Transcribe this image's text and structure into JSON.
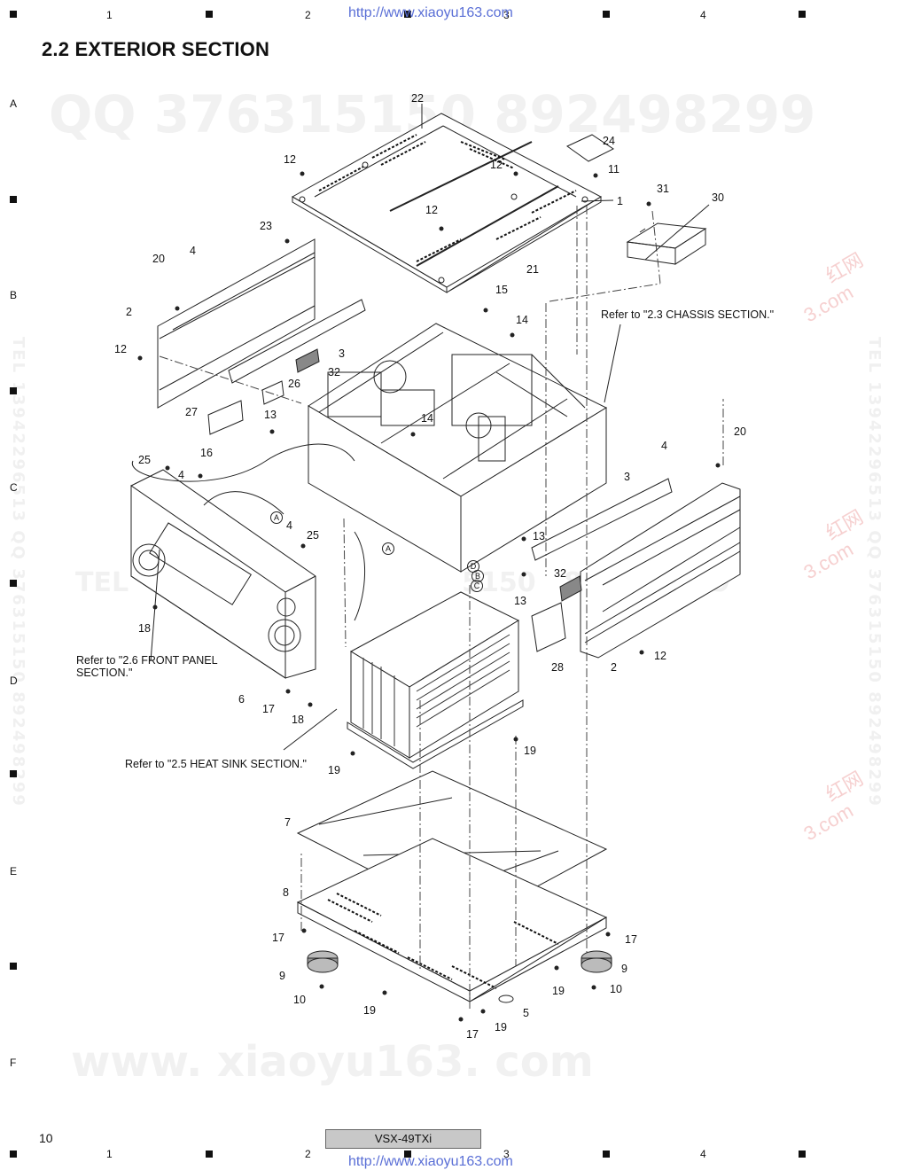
{
  "header": {
    "column_numbers": [
      "1",
      "2",
      "3",
      "4"
    ],
    "url_watermark": "http://www.xiaoyu163.com"
  },
  "title": "2.2  EXTERIOR SECTION",
  "row_letters": [
    "A",
    "B",
    "C",
    "D",
    "E",
    "F"
  ],
  "watermarks": {
    "qq_big": "QQ 376315150   892498299",
    "tel_mid": "TEL                                    5150   892498299",
    "www_big": "www. xiaoyu163. com",
    "side_left": "TEL 13942296513  QQ 376315150  892498299",
    "side_right": "TEL 13942296513  QQ 376315150  892498299",
    "cn_stamp_1": "红网",
    "cn_stamp_com": "3.com"
  },
  "references": {
    "chassis": "Refer to \"2.3 CHASSIS SECTION.\"",
    "front_panel": "Refer to \"2.6 FRONT PANEL SECTION.\"",
    "heat_sink": "Refer to \"2.5 HEAT SINK SECTION.\""
  },
  "part_callouts": [
    "22",
    "24",
    "11",
    "1",
    "12",
    "12",
    "12",
    "31",
    "30",
    "23",
    "4",
    "20",
    "21",
    "15",
    "14",
    "2",
    "12",
    "3",
    "32",
    "26",
    "27",
    "13",
    "14",
    "25",
    "16",
    "4",
    "4",
    "A",
    "25",
    "A",
    "13",
    "D",
    "B",
    "C",
    "13",
    "20",
    "4",
    "3",
    "32",
    "28",
    "2",
    "12",
    "18",
    "6",
    "17",
    "18",
    "19",
    "19",
    "7",
    "8",
    "17",
    "17",
    "9",
    "9",
    "10",
    "10",
    "19",
    "19",
    "5",
    "17",
    "19"
  ],
  "footer": {
    "page_number": "10",
    "model": "VSX-49TXi",
    "column_numbers": [
      "1",
      "2",
      "3",
      "4"
    ],
    "url_watermark": "http://www.xiaoyu163.com"
  }
}
